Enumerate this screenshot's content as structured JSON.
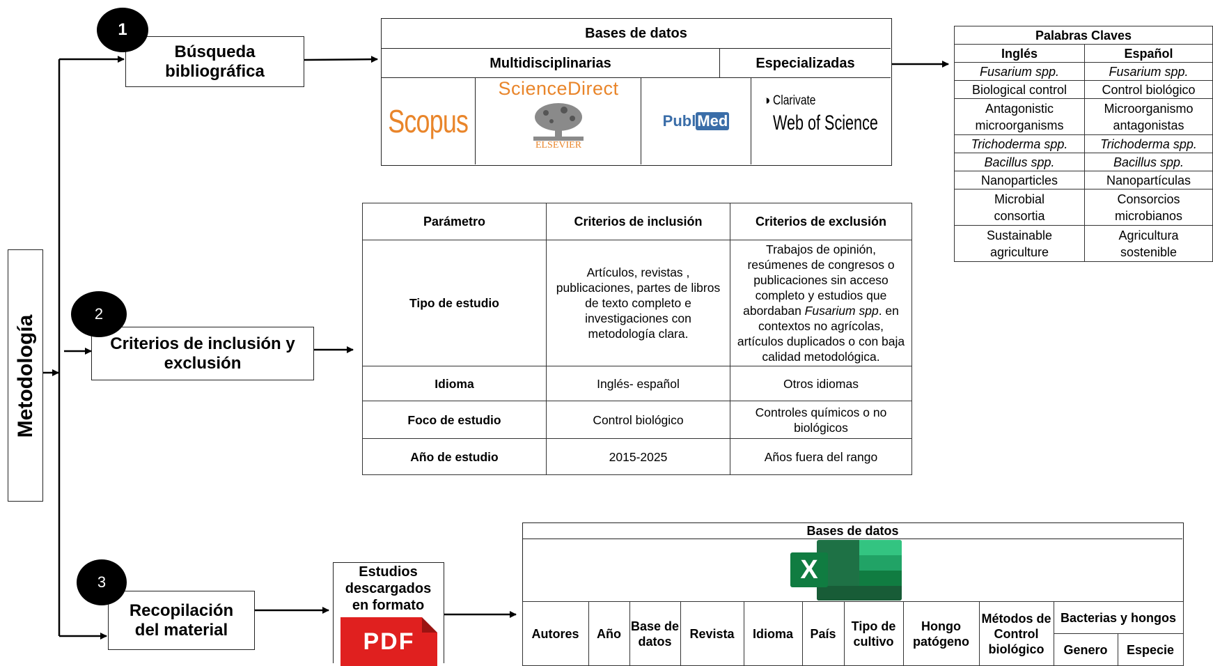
{
  "side_label": "Metodología",
  "steps": [
    {
      "number": "1",
      "label": "Búsqueda bibliográfica"
    },
    {
      "number": "2",
      "label": "Criterios de inclusión y exclusión"
    },
    {
      "number": "3",
      "label": "Recopilación del material"
    }
  ],
  "databases": {
    "title": "Bases de datos",
    "group_multi": "Multidisciplinarias",
    "group_spec": "Especializadas",
    "logos": {
      "scopus": "Scopus",
      "sciencedirect": "ScienceDirect",
      "elsevier": "ELSEVIER",
      "pubmed_a": "Publ",
      "pubmed_b": "Med",
      "clarivate": "Clarivate",
      "wos": "Web of Science"
    }
  },
  "keywords": {
    "title": "Palabras Claves",
    "col_en": "Inglés",
    "col_es": "Español",
    "rows": [
      {
        "en": "Fusarium spp.",
        "es": "Fusarium spp."
      },
      {
        "en": "Biological control",
        "es": "Control biológico"
      },
      {
        "en": "Antagonistic microorganisms",
        "es": "Microorganismo antagonistas"
      },
      {
        "en": "Trichoderma spp.",
        "es": "Trichoderma spp."
      },
      {
        "en": "Bacillus spp.",
        "es": "Bacillus spp."
      },
      {
        "en": "Nanoparticles",
        "es": "Nanopartículas"
      },
      {
        "en": "Microbial consortia",
        "es": "Consorcios microbianos"
      },
      {
        "en": "Sustainable agriculture",
        "es": "Agricultura sostenible"
      }
    ]
  },
  "criteria": {
    "headers": [
      "Parámetro",
      "Criterios de inclusión",
      "Criterios de exclusión"
    ],
    "rows": [
      {
        "param": "Tipo de estudio",
        "incl": "Artículos, revistas , publicaciones, partes de libros de texto completo e investigaciones con metodología clara.",
        "excl_pre": "Trabajos de opinión, resúmenes de congresos o publicaciones sin acceso completo y estudios que abordaban ",
        "excl_it": "Fusarium spp",
        "excl_post": ". en contextos no agrícolas, artículos duplicados o con baja calidad metodológica."
      },
      {
        "param": "Idioma",
        "incl": "Inglés- español",
        "excl": "Otros idiomas"
      },
      {
        "param": "Foco de estudio",
        "incl": "Control biológico",
        "excl": "Controles químicos o no biológicos"
      },
      {
        "param": "Año de estudio",
        "incl": "2015-2025",
        "excl": "Años fuera del rango"
      }
    ]
  },
  "download": {
    "label": "Estudios descargados en formato",
    "pdf": "PDF"
  },
  "excel_db": {
    "title": "Bases de datos",
    "excel_letter": "X",
    "columns": [
      "Autores",
      "Año",
      "Base de datos",
      "Revista",
      "Idioma",
      "País",
      "Tipo de cultivo",
      "Hongo patógeno",
      "Métodos de Control biológico"
    ],
    "group": "Bacterias y hongos",
    "sub": [
      "Genero",
      "Especie"
    ]
  }
}
